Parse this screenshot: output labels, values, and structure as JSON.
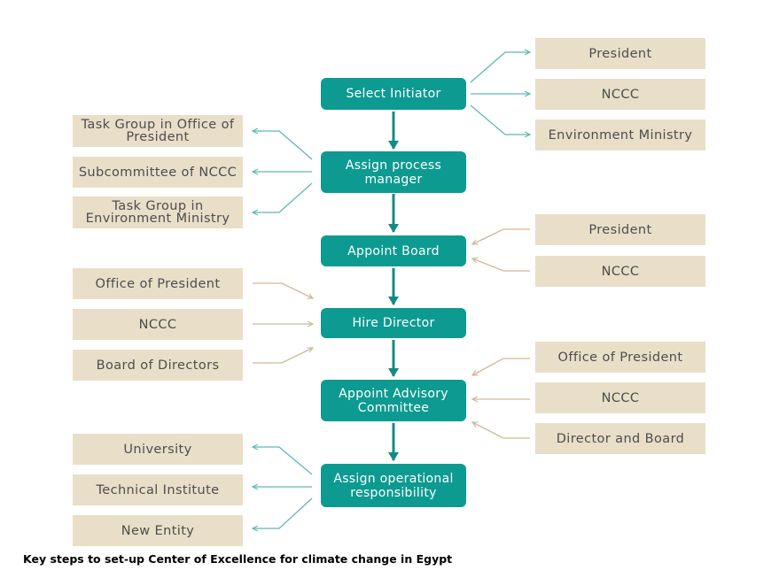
{
  "steps": [
    {
      "label": "Select Initiator"
    },
    {
      "label": "Assign process manager"
    },
    {
      "label": "Appoint Board"
    },
    {
      "label": "Hire Director"
    },
    {
      "label": "Appoint Advisory Committee"
    },
    {
      "label": "Assign operational responsibility"
    }
  ],
  "initiator_options": [
    "President",
    "NCCC",
    "Environment Ministry"
  ],
  "process_manager_options": [
    "Task Group in Office of President",
    "Subcommittee of NCCC",
    "Task Group in Environment Ministry"
  ],
  "board_appointers": [
    "President",
    "NCCC"
  ],
  "director_hirers": [
    "Office of President",
    "NCCC",
    "Board of Directors"
  ],
  "advisory_appointers": [
    "Office of President",
    "NCCC",
    "Director and Board"
  ],
  "operational_options": [
    "University",
    "Technical Institute",
    "New Entity"
  ],
  "caption": "Key steps to set-up Center of Excellence for climate change in Egypt",
  "colors": {
    "step_fill": "#0d9a90",
    "option_fill": "#e9dfc9",
    "teal_connector": "#5fb8b3",
    "tan_connector": "#cdb99a",
    "step_arrow": "#138a82"
  }
}
